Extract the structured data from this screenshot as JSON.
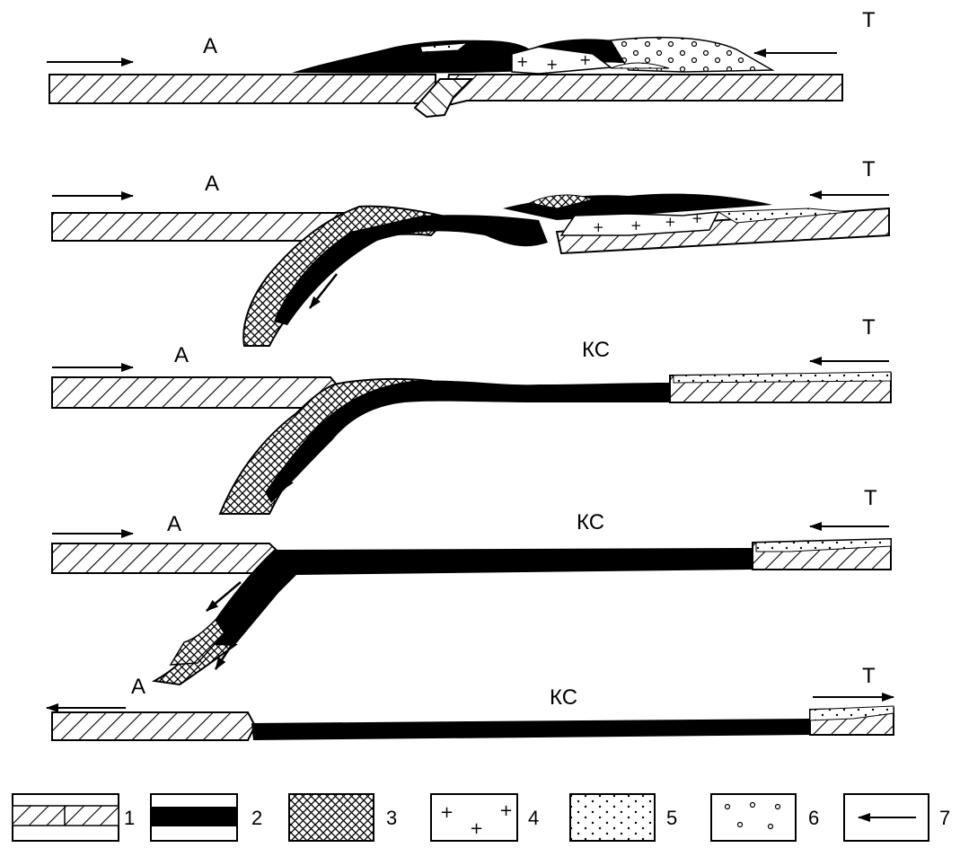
{
  "labels": {
    "arc": "A",
    "trench": "T",
    "crust": "КС"
  },
  "legend": [
    {
      "num": "1",
      "pattern": "hatched-crust-layers"
    },
    {
      "num": "2",
      "pattern": "solid-black"
    },
    {
      "num": "3",
      "pattern": "crosshatch"
    },
    {
      "num": "4",
      "pattern": "crosses"
    },
    {
      "num": "5",
      "pattern": "dots"
    },
    {
      "num": "6",
      "pattern": "circles"
    },
    {
      "num": "7",
      "pattern": "arrow"
    }
  ],
  "colors": {
    "ink": "#000000",
    "paper": "#ffffff"
  }
}
